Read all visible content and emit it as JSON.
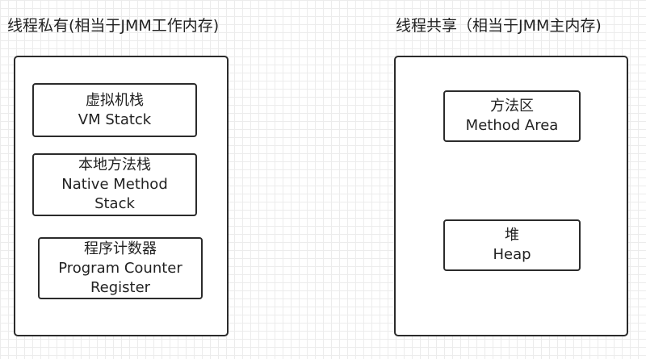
{
  "left": {
    "heading": "线程私有(相当于JMM工作内存)",
    "nodes": [
      {
        "label_cn": "虚拟机栈",
        "label_en": "VM Statck"
      },
      {
        "label_cn": "本地方法栈",
        "label_en": "Native Method",
        "label_en2": "Stack"
      },
      {
        "label_cn": "程序计数器",
        "label_en": "Program Counter",
        "label_en2": "Register"
      }
    ]
  },
  "right": {
    "heading": "线程共享（相当于JMM主内存)",
    "nodes": [
      {
        "label_cn": "方法区",
        "label_en": "Method Area"
      },
      {
        "label_cn": "堆",
        "label_en": "Heap"
      }
    ]
  }
}
